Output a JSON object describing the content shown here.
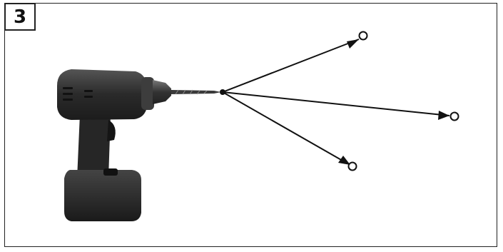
{
  "step": {
    "number": "3"
  },
  "diagram": {
    "tool": "cordless-drill",
    "drill_bit": "twist-drill-bit",
    "arrow_count": 3,
    "colors": {
      "line": "#111111",
      "frame": "#222222",
      "drill_body": "#2b2b2b",
      "chuck": "#3a3a3a"
    }
  }
}
